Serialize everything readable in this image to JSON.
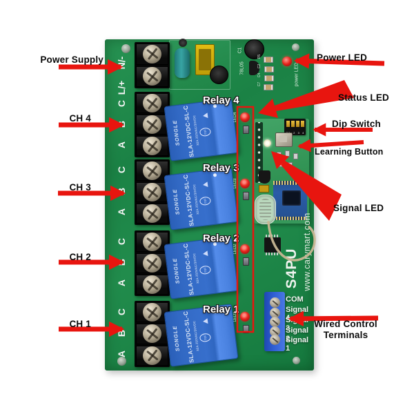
{
  "annotations": {
    "arrow_color": "#e8150f",
    "left": [
      {
        "label": "Power Supply"
      },
      {
        "label": "CH 4"
      },
      {
        "label": "CH 3"
      },
      {
        "label": "CH 2"
      },
      {
        "label": "CH 1"
      }
    ],
    "right": [
      {
        "label": "Power LED"
      },
      {
        "label": "Status LED"
      },
      {
        "label": "Dip Switch"
      },
      {
        "label": "Learning Button"
      },
      {
        "label": "Signal LED"
      },
      {
        "label": "Wired Control Terminals"
      }
    ]
  },
  "board": {
    "model": "S4PU",
    "website": "www.carymart.com",
    "pcb_color": "#1b8748",
    "power_terminal_labels": [
      "N/-",
      "L/+"
    ],
    "channels": [
      {
        "letters": [
          "C",
          "B",
          "A"
        ]
      },
      {
        "letters": [
          "C",
          "B",
          "A"
        ]
      },
      {
        "letters": [
          "C",
          "B",
          "A"
        ]
      },
      {
        "letters": [
          "C",
          "B",
          "A"
        ]
      }
    ],
    "silkscreen": {
      "c1": "C1",
      "regulator": "78L05",
      "r5": "R5",
      "c2": "C2",
      "c4": "C4",
      "c7": "C7",
      "power_led": "power LED",
      "led_labels": [
        "LED4",
        "LED3",
        "LED2",
        "LED1"
      ]
    },
    "dip_switch": {
      "on": "ON",
      "positions": "1 2 3 4"
    }
  },
  "relays": [
    {
      "label": "Relay 4",
      "brand": "SONGLE",
      "model": "SLA-12VDC-SL-C",
      "rating": "30A 250VAC/30VDC",
      "cert": "CQC"
    },
    {
      "label": "Relay 3",
      "brand": "SONGLE",
      "model": "SLA-12VDC-SL-C",
      "rating": "30A 250VAC/30VDC",
      "cert": "CQC"
    },
    {
      "label": "Relay 2",
      "brand": "SONGLE",
      "model": "SLA-12VDC-SL-C",
      "rating": "30A 250VAC/30VDC",
      "cert": "CQC"
    },
    {
      "label": "Relay 1",
      "brand": "SONGLE",
      "model": "SLA-12VDC-SL-C",
      "rating": "30A 250VAC/30VDC",
      "cert": "CQC"
    }
  ],
  "wired_terminals": {
    "labels": [
      "COM",
      "Signal 4",
      "Signal 3",
      "Signal 2",
      "Signal 1"
    ]
  }
}
